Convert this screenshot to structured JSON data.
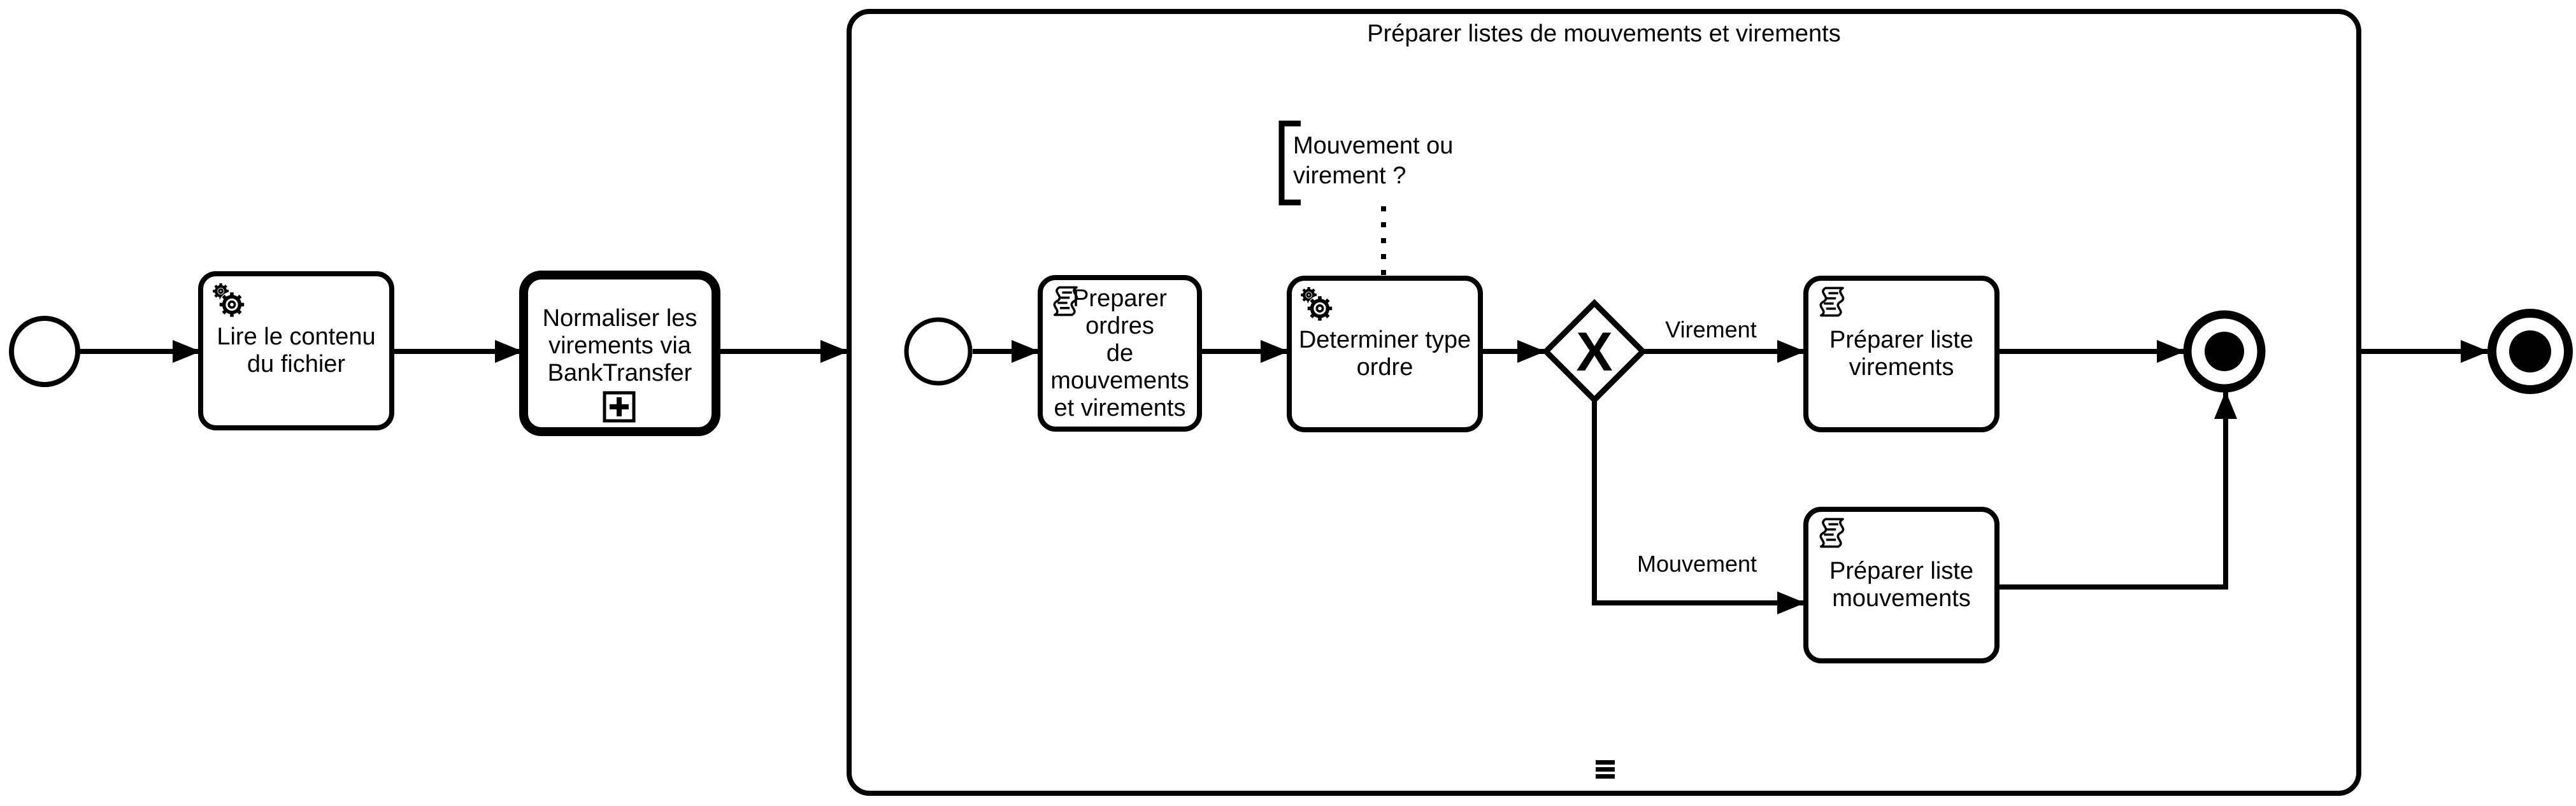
{
  "colors": {
    "background": "#ffffff",
    "ink": "#000000"
  },
  "subprocess": {
    "title": "Préparer listes de mouvements et virements"
  },
  "nodes": {
    "task_read": {
      "label": "Lire le contenu\ndu fichier"
    },
    "call_activity": {
      "label": "Normaliser les\nvirements via\nBankTransfer"
    },
    "task_ordres": {
      "label": "Preparer ordres\nde mouvements\net virements"
    },
    "task_determiner": {
      "label": "Determiner type\nordre"
    },
    "task_virements": {
      "label": "Préparer liste\nvirements"
    },
    "task_mouvements": {
      "label": "Préparer liste\nmouvements"
    },
    "gateway": {
      "symbol": "X"
    },
    "annotation": {
      "text": "Mouvement ou\nvirement ?"
    }
  },
  "edges": {
    "virement": {
      "label": "Virement"
    },
    "mouvement": {
      "label": "Mouvement"
    }
  },
  "icons": {
    "service_task": "gear-icon",
    "script_task": "script-icon",
    "call_activity_marker": "plus-square-icon",
    "subprocess_marker": "sequential-multi-instance-bars-icon"
  }
}
